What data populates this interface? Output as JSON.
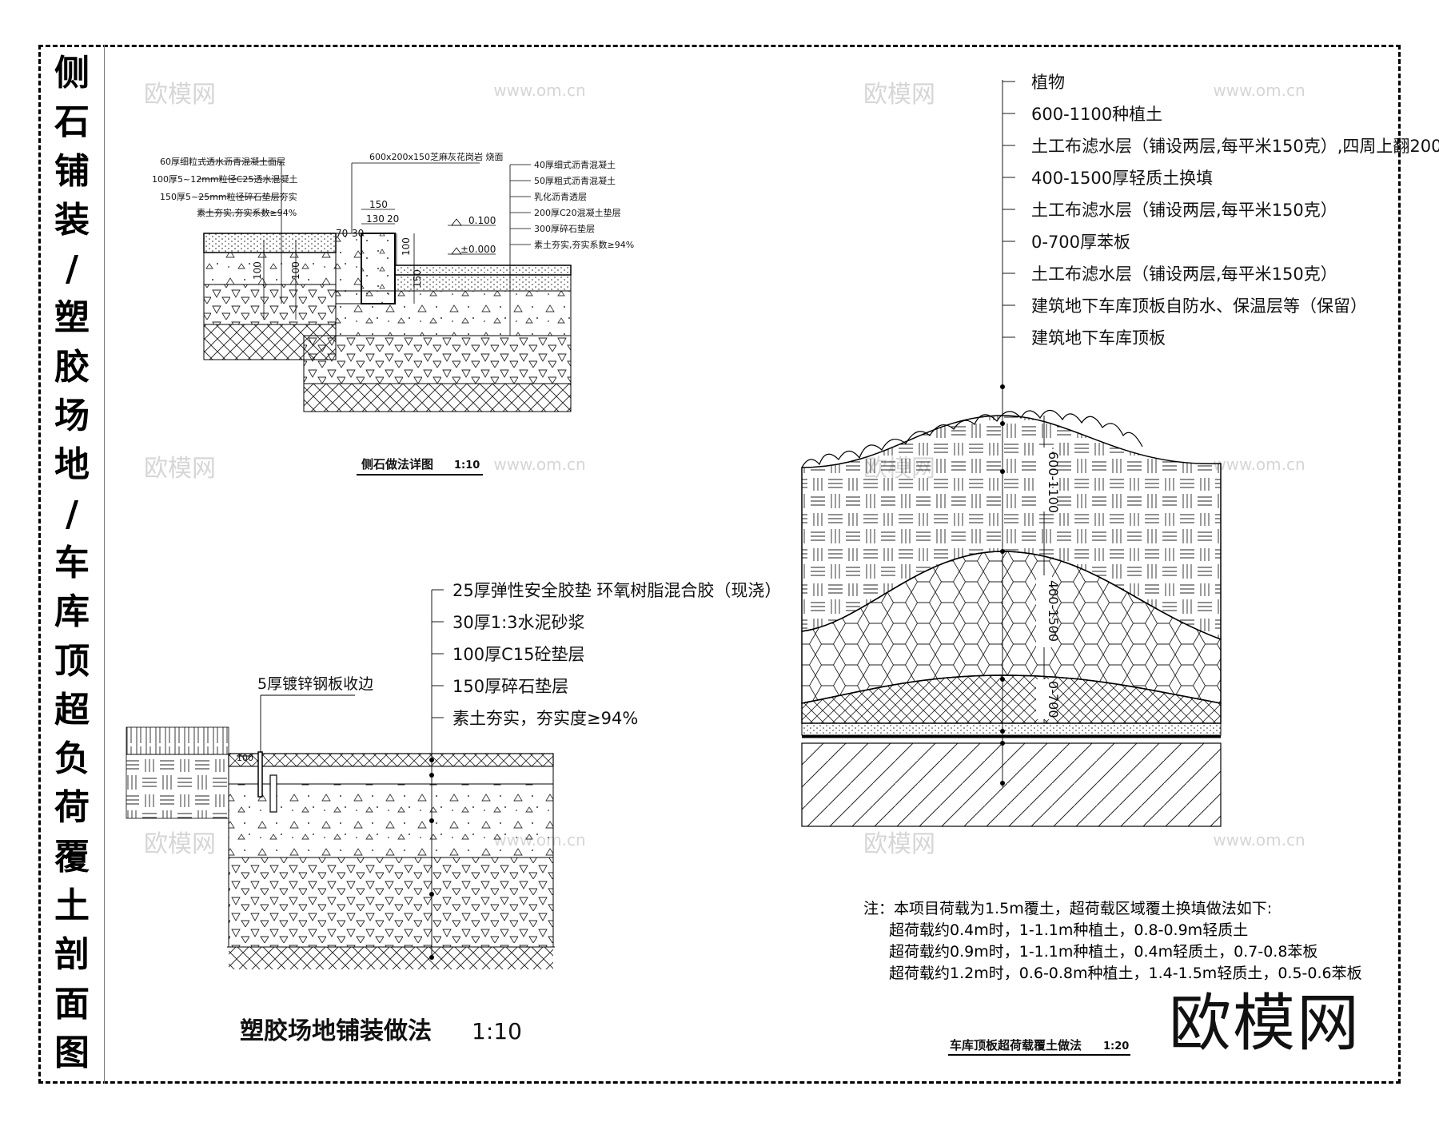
{
  "sheet_title": [
    "侧",
    "石",
    "铺",
    "装",
    "/",
    "塑",
    "胶",
    "场",
    "地",
    "/",
    "车",
    "库",
    "顶",
    "超",
    "负",
    "荷",
    "覆",
    "土",
    "剖",
    "面",
    "图"
  ],
  "curb_detail": {
    "title": "侧石做法详图",
    "scale": "1:10",
    "left_layers": [
      "60厚细粒式透水沥青混凝土面层",
      "100厚5~12mm粒径C25透水混凝土",
      "150厚5~25mm粒径碎石垫层夯实",
      "素土夯实,夯实系数≥94%"
    ],
    "top_label": "600x200x150芝麻灰花岗岩  烧面",
    "right_layers": [
      "40厚细式沥青混凝土",
      "50厚粗式沥青混凝土",
      "乳化沥青透层",
      "200厚C20混凝土垫层",
      "300厚碎石垫层",
      "素土夯实,夯实系数≥94%"
    ],
    "dims": [
      "150",
      "130",
      "20",
      "70",
      "30",
      "100",
      "100",
      "100",
      "150"
    ],
    "elevations": [
      "0.100",
      "±0.000"
    ]
  },
  "rubber_court": {
    "title": "塑胶场地铺装做法",
    "scale": "1:10",
    "layers": [
      "25厚弹性安全胶垫  环氧树脂混合胶（现浇）",
      "30厚1:3水泥砂浆",
      "100厚C15砼垫层",
      "150厚碎石垫层",
      "素土夯实，夯实度≥94%"
    ],
    "edge_label": "5厚镀锌钢板收边",
    "dim": "100"
  },
  "garage_roof": {
    "title": "车库顶板超荷载覆土做法",
    "scale": "1:20",
    "layers": [
      "植物",
      "600-1100种植土",
      "土工布滤水层（铺设两层,每平米150克）,四周上翻200",
      "400-1500厚轻质土换填",
      "土工布滤水层（铺设两层,每平米150克）",
      "0-700厚苯板",
      "土工布滤水层（铺设两层,每平米150克）",
      "建筑地下车库顶板自防水、保温层等（保留）",
      "建筑地下车库顶板"
    ],
    "dims": [
      "600-1100",
      "400-1500",
      "0-700"
    ],
    "notes": [
      "注：本项目荷载为1.5m覆土，超荷载区域覆土换填做法如下:",
      "超荷载约0.4m时，1-1.1m种植土，0.8-0.9m轻质土",
      "超荷载约0.9m时，1-1.1m种植土，0.4m轻质土，0.7-0.8苯板",
      "超荷载约1.2m时，0.6-0.8m种植土，1.4-1.5m轻质土，0.5-0.6苯板"
    ]
  },
  "watermarks": [
    "欧模网",
    "www.om.cn"
  ],
  "logo": "欧模网"
}
